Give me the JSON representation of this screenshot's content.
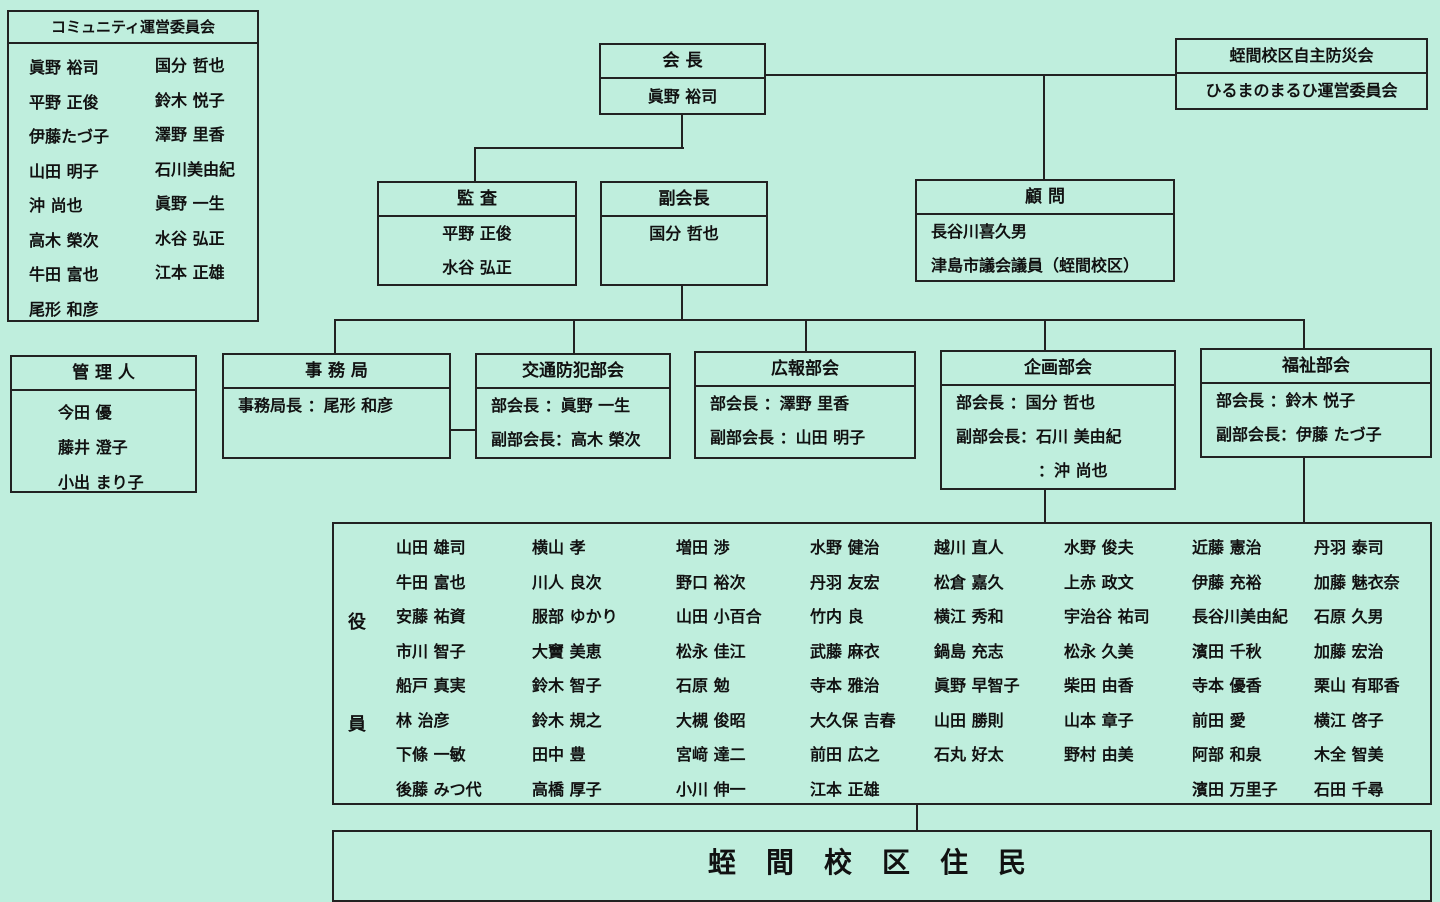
{
  "community_committee": {
    "title": "コミュニティ運営委員会",
    "members_left": [
      "眞野 裕司",
      "平野 正俊",
      "伊藤たづ子",
      "山田 明子",
      "沖 尚也",
      "高木 榮次",
      "牛田 富也",
      "尾形 和彦"
    ],
    "members_right": [
      "国分 哲也",
      "鈴木 悦子",
      "澤野 里香",
      "石川美由紀",
      "眞野 一生",
      "水谷 弘正",
      "江本 正雄"
    ]
  },
  "kanrinin": {
    "title": "管 理 人",
    "members": [
      "今田 優",
      "藤井 澄子",
      "小出 まり子"
    ]
  },
  "president": {
    "title": "会 長",
    "name": "眞野 裕司"
  },
  "related_orgs": [
    "蛭間校区自主防災会",
    "ひるまのまるひ運営委員会"
  ],
  "auditor": {
    "title": "監 査",
    "names": [
      "平野 正俊",
      "水谷 弘正"
    ]
  },
  "vice_president": {
    "title": "副会長",
    "name": "国分 哲也"
  },
  "advisor": {
    "title": "顧 問",
    "names": [
      "長谷川喜久男",
      "津島市議会議員（蛭間校区）"
    ]
  },
  "departments": [
    {
      "title": "事 務 局",
      "rows": [
        "事務局長 ：尾形 和彦"
      ]
    },
    {
      "title": "交通防犯部会",
      "rows": [
        "部会長 ：眞野 一生",
        "副部会長：高木 榮次"
      ]
    },
    {
      "title": "広報部会",
      "rows": [
        "部会長 ：澤野 里香",
        "副部会長 ：山田 明子"
      ]
    },
    {
      "title": "企画部会",
      "rows": [
        "部会長 ：国分 哲也",
        "副部会長：石川 美由紀",
        "：沖 尚也"
      ]
    },
    {
      "title": "福祉部会",
      "rows": [
        "部会長 ：鈴木 悦子",
        "副部会長：伊藤 たづ子"
      ]
    }
  ],
  "officers": {
    "label_top": "役",
    "label_bottom": "員",
    "columns": [
      [
        "山田 雄司",
        "牛田 富也",
        "安藤 祐資",
        "市川 智子",
        "船戸 真実",
        "林 治彦",
        "下條 一敏",
        "後藤 みつ代"
      ],
      [
        "横山 孝",
        "川人 良次",
        "服部 ゆかり",
        "大竇 美恵",
        "鈴木 智子",
        "鈴木 規之",
        "田中 豊",
        "高橋 厚子"
      ],
      [
        "増田 渉",
        "野口 裕次",
        "山田 小百合",
        "松永 佳江",
        "石原 勉",
        "大槻 俊昭",
        "宮﨑 達二",
        "小川 伸一"
      ],
      [
        "水野 健治",
        "丹羽 友宏",
        "竹内 良",
        "武藤 麻衣",
        "寺本 雅治",
        "大久保 吉春",
        "前田 広之",
        "江本 正雄"
      ],
      [
        "越川 直人",
        "松倉 嘉久",
        "横江 秀和",
        "鍋島 充志",
        "眞野 早智子",
        "山田 勝則",
        "石丸 好太"
      ],
      [
        "水野 俊夫",
        "上赤 政文",
        "宇治谷 祐司",
        "松永 久美",
        "柴田 由香",
        "山本 章子",
        "野村 由美"
      ],
      [
        "近藤 憲治",
        "伊藤 充裕",
        "長谷川美由紀",
        "濱田 千秋",
        "寺本 優香",
        "前田 愛",
        "阿部 和泉",
        "濱田 万里子"
      ],
      [
        "丹羽 泰司",
        "加藤 魅衣奈",
        "石原 久男",
        "加藤 宏治",
        "栗山 有耶香",
        "横江 啓子",
        "木全 智美",
        "石田 千尋"
      ]
    ]
  },
  "residents": "蛭間校区住民"
}
